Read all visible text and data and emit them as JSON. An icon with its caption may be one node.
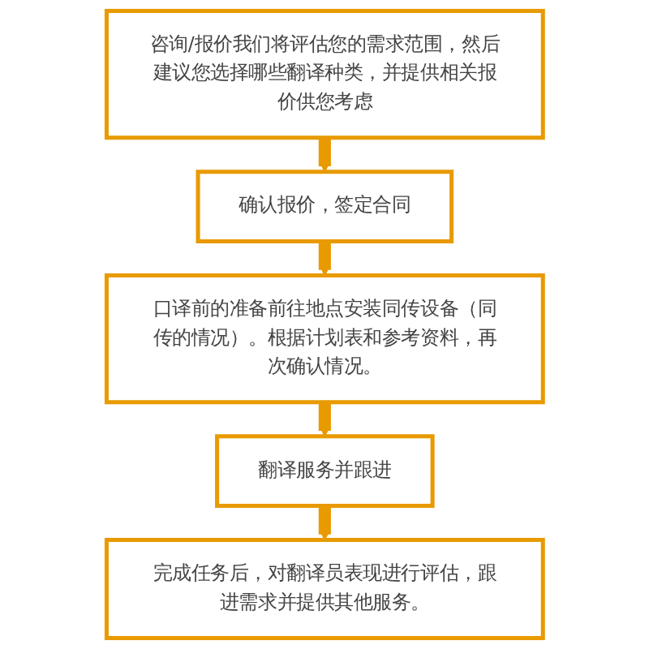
{
  "diagram": {
    "nodes": [
      {
        "text": [
          "咨询/报价我们将评估您的需求范围，然后建议您选择哪些翻译种类，并提供相关报价供您考虑"
        ]
      },
      {
        "text": [
          "确认报价，签定合同"
        ]
      },
      {
        "text": [
          "口译前的准备前往地点安装同传设备（同传的情况）。根据计划表和参考资料，再次确认情况。"
        ]
      },
      {
        "text": [
          "翻译服务并跟进"
        ]
      },
      {
        "text": [
          "完成任务后，对翻译员表现进行评估，跟进需求并提供其他服务。"
        ]
      }
    ],
    "edges": [
      {
        "from": 0,
        "to": 1,
        "arrow": "to"
      },
      {
        "from": 1,
        "to": 2,
        "arrow": "to"
      },
      {
        "from": 2,
        "to": 3,
        "arrow": "to"
      },
      {
        "from": 3,
        "to": 4,
        "arrow": "to"
      }
    ]
  }
}
